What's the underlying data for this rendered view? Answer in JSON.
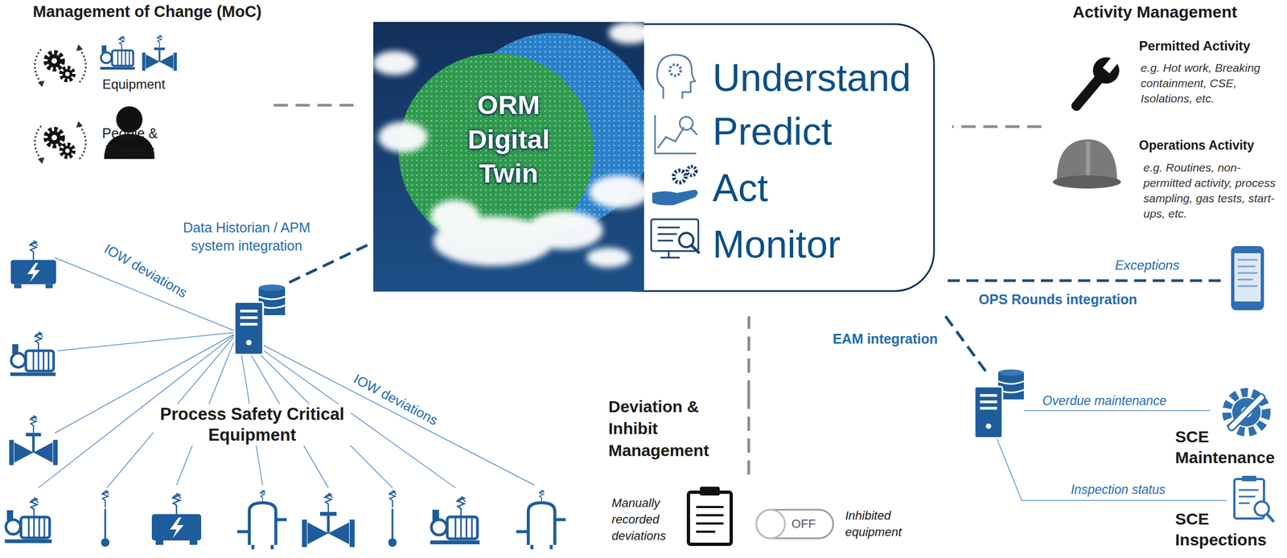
{
  "diagram": {
    "nodes": [
      {
        "text": [
          "Understand",
          "Predict",
          "Act",
          "Monitor"
        ]
      },
      {
        "text": [
          "ORM Digital Twin"
        ],
        "in": 0
      },
      {
        "text": [
          "Management of Change (MoC)",
          "Equipment",
          "People & Process"
        ]
      },
      {
        "text": [
          "Activity Management",
          "Permitted Activity",
          "e.g. Hot work, Breaking containment, CSE, Isolations, etc.",
          "Operations Activity",
          "e.g. Routines, non-permitted activity, process sampling, gas tests, start-ups, etc."
        ]
      },
      {
        "text": [
          "Process Safety Critical Equipment"
        ]
      },
      {
        "text": [
          "Deviation & Inhibit Management",
          "Manually recorded deviations",
          "Inhibited equipment"
        ]
      },
      {
        "text": [
          "SCE Maintenance"
        ]
      },
      {
        "text": [
          "SCE Inspections"
        ]
      }
    ],
    "edges": [
      {
        "from": 2,
        "to": 0,
        "arrow": "none"
      },
      {
        "from": 3,
        "to": 0,
        "arrow": "none"
      },
      {
        "from": 4,
        "to": 0,
        "arrow": "none",
        "label": "Data Historian / APM system integration"
      },
      {
        "from": 5,
        "to": 0,
        "arrow": "none"
      }
    ],
    "labels": [
      "IOW deviations",
      "IOW deviations",
      "Exceptions",
      "OPS Rounds integration",
      "EAM integration",
      "Overdue maintenance",
      "Inspection status",
      "OFF"
    ]
  }
}
